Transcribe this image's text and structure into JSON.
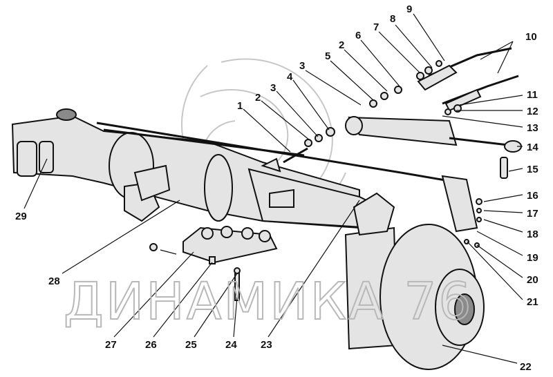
{
  "diagram": {
    "watermark_text": "ДИНАМИКА 76",
    "callouts": [
      "1",
      "2",
      "3",
      "4",
      "5",
      "2",
      "6",
      "7",
      "8",
      "9",
      "10",
      "3",
      "11",
      "12",
      "13",
      "14",
      "15",
      "16",
      "17",
      "18",
      "19",
      "20",
      "21",
      "22",
      "23",
      "24",
      "25",
      "26",
      "27",
      "28",
      "29"
    ]
  }
}
